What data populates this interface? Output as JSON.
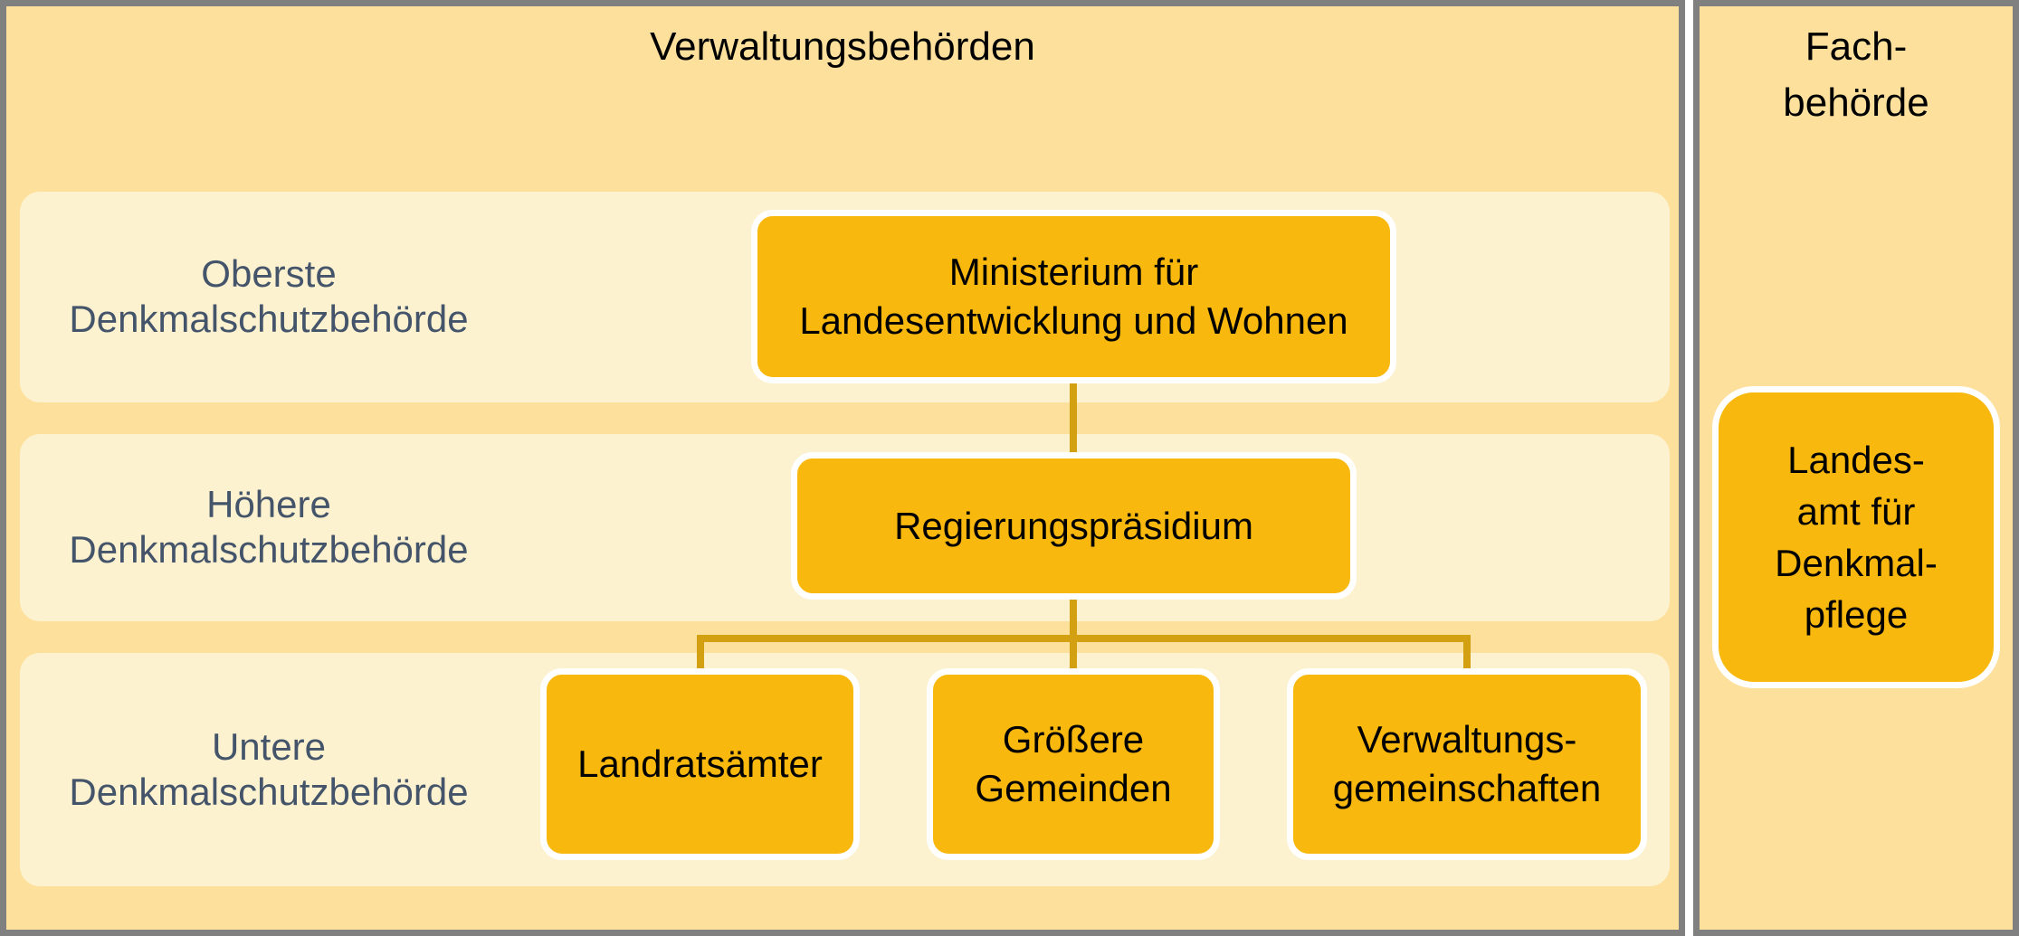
{
  "colors": {
    "panel_bg": "#FCE09C",
    "band_bg": "#FDF2CF",
    "box_bg": "#F8B80D",
    "connector": "#D2A010",
    "border_gray": "#808080",
    "label_text": "#44546A",
    "title_text": "#000000",
    "box_border": "#FFFFFF"
  },
  "left_panel": {
    "title": "Verwaltungsbehörden",
    "rows": [
      {
        "label": "Oberste\nDenkmalschutzbehörde",
        "boxes": [
          "Ministerium für\nLandesentwicklung und Wohnen"
        ]
      },
      {
        "label": "Höhere\nDenkmalschutzbehörde",
        "boxes": [
          "Regierungspräsidium"
        ]
      },
      {
        "label": "Untere\nDenkmalschutzbehörde",
        "boxes": [
          "Landratsämter",
          "Größere\nGemeinden",
          "Verwaltungs-\ngemeinschaften"
        ]
      }
    ]
  },
  "right_panel": {
    "title": "Fach-\nbehörde",
    "box": "Landes-\namt für\nDenkmal-\npflege"
  }
}
